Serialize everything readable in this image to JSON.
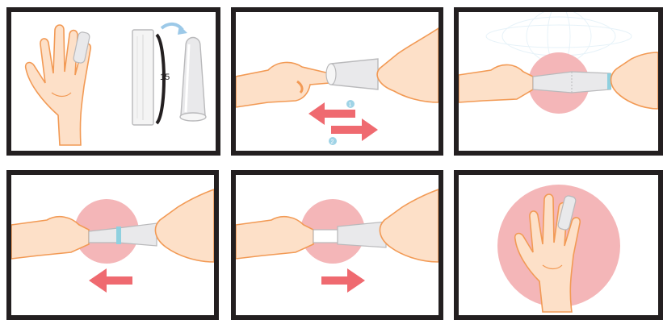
{
  "figure": {
    "panels": [
      {
        "id": 1,
        "ruler_label": "15",
        "arrow_step_1": "",
        "arrow_step_2": ""
      },
      {
        "id": 2,
        "arrow_step_1": "1",
        "arrow_step_2": "2"
      },
      {
        "id": 3
      },
      {
        "id": 4
      },
      {
        "id": 5
      },
      {
        "id": 6
      }
    ]
  },
  "colors": {
    "frame": "#231f20",
    "skin": "#fde0c8",
    "skin_outline": "#f29a55",
    "bandage": "#e9e9eb",
    "bandage_outline": "#b9b9bb",
    "tube_ring": "#8fd0df",
    "pink_circle": "#f4b6b8",
    "arrow_red": "#ef6a70",
    "step_badge": "#9fd3e6",
    "curve_arrow": "#9cc9e8"
  }
}
